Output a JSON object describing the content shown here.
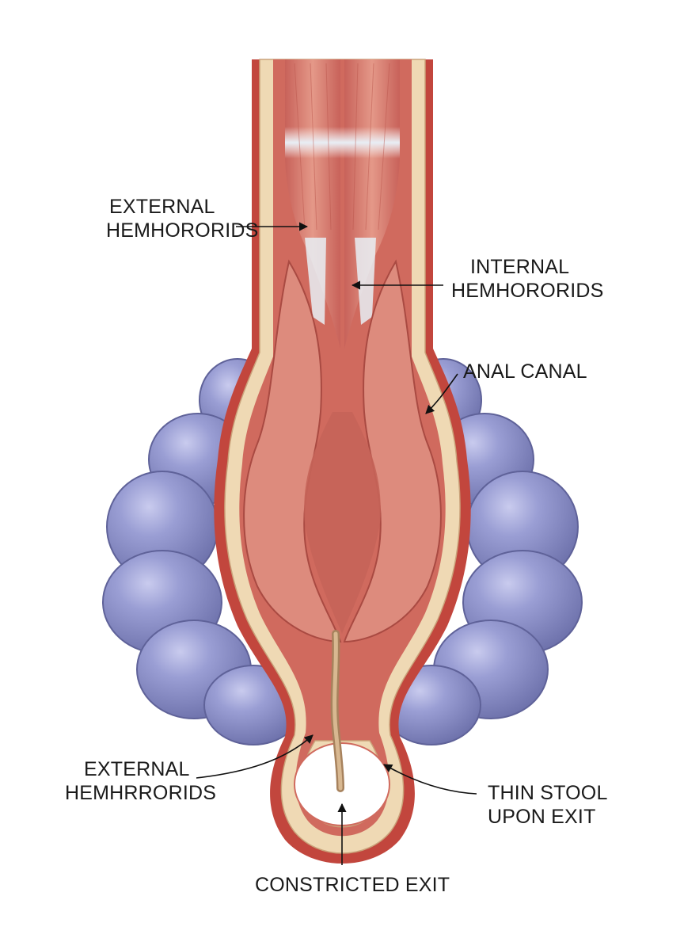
{
  "labels": {
    "external_top": [
      "EXTERNAL",
      "HEMHORORIDS"
    ],
    "internal": [
      "INTERNAL",
      "HEMHORORIDS"
    ],
    "anal_canal": [
      "ANAL CANAL"
    ],
    "external_bottom": [
      "EXTERNAL",
      "HEMHRRORIDS"
    ],
    "thin_stool": [
      "THIN STOOL",
      "UPON EXIT"
    ],
    "constricted_exit": [
      "CONSTRICTED EXIT"
    ]
  },
  "colors": {
    "muscle": "#d97d6f",
    "muscle_dark": "#b9534a",
    "mucosa": "#e29a8c",
    "wall_outer": "#c2463d",
    "fat_layer": "#efd9b4",
    "tendon": "#e6edf3",
    "hemorrhoid": "#8e92c8",
    "hemorrhoid_shadow": "#6c6fa8",
    "stool": "#c9a57f",
    "text": "#1a1a1a"
  }
}
